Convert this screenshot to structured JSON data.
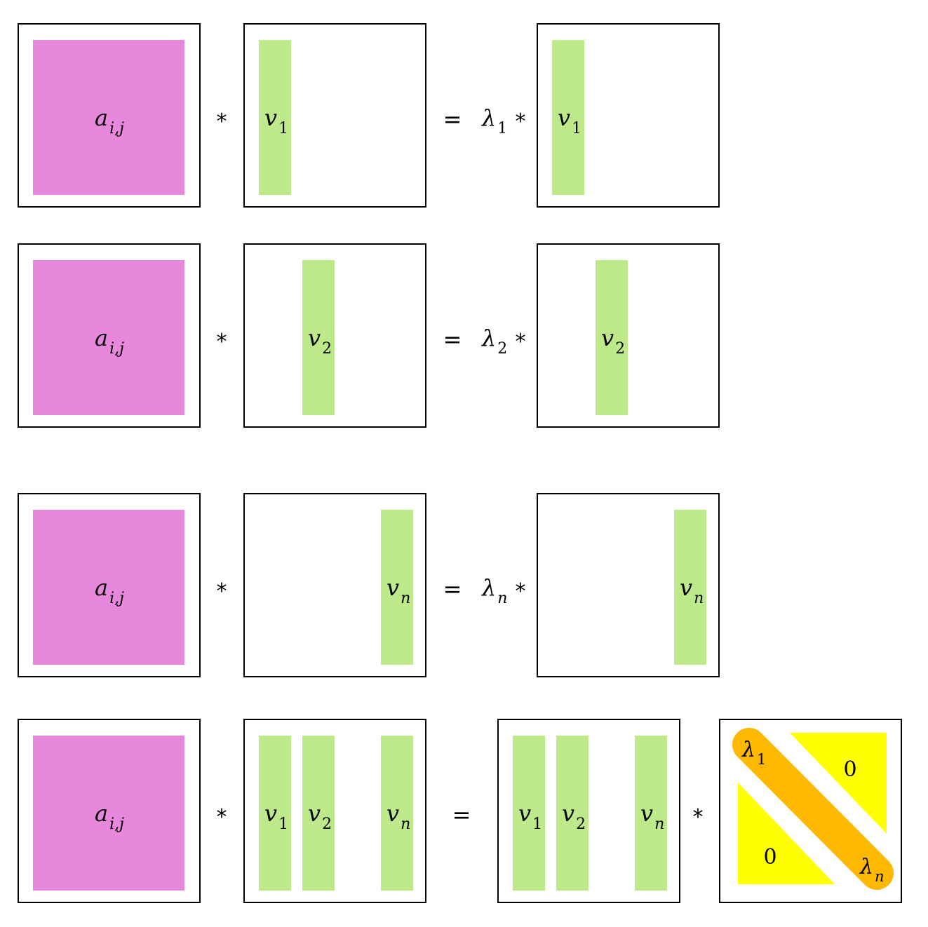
{
  "colors": {
    "matrix_fill": "#e888dd",
    "vector_fill": "#bde98a",
    "frame_stroke": "#000000",
    "diagonal_fill": "#ffb800",
    "triangle_fill": "#ffff00",
    "background": "#ffffff"
  },
  "labels": {
    "matrix": {
      "base": "a",
      "sub": "i,j"
    },
    "multiply": "*",
    "equals": "=",
    "zero": "0"
  },
  "rows": [
    {
      "vectors": [
        {
          "base": "v",
          "sub": "1"
        }
      ],
      "eigenvalue": {
        "base": "λ",
        "sub": "1"
      }
    },
    {
      "vectors": [
        {
          "base": "v",
          "sub": "2"
        }
      ],
      "eigenvalue": {
        "base": "λ",
        "sub": "2"
      }
    },
    {
      "vectors": [
        {
          "base": "v",
          "sub": "n"
        }
      ],
      "eigenvalue": {
        "base": "λ",
        "sub": "n"
      }
    }
  ],
  "summary": {
    "vectors": [
      {
        "base": "v",
        "sub": "1"
      },
      {
        "base": "v",
        "sub": "2"
      },
      {
        "base": "v",
        "sub": "n"
      }
    ],
    "diagonal": {
      "first": {
        "base": "λ",
        "sub": "1"
      },
      "last": {
        "base": "λ",
        "sub": "n"
      }
    }
  }
}
